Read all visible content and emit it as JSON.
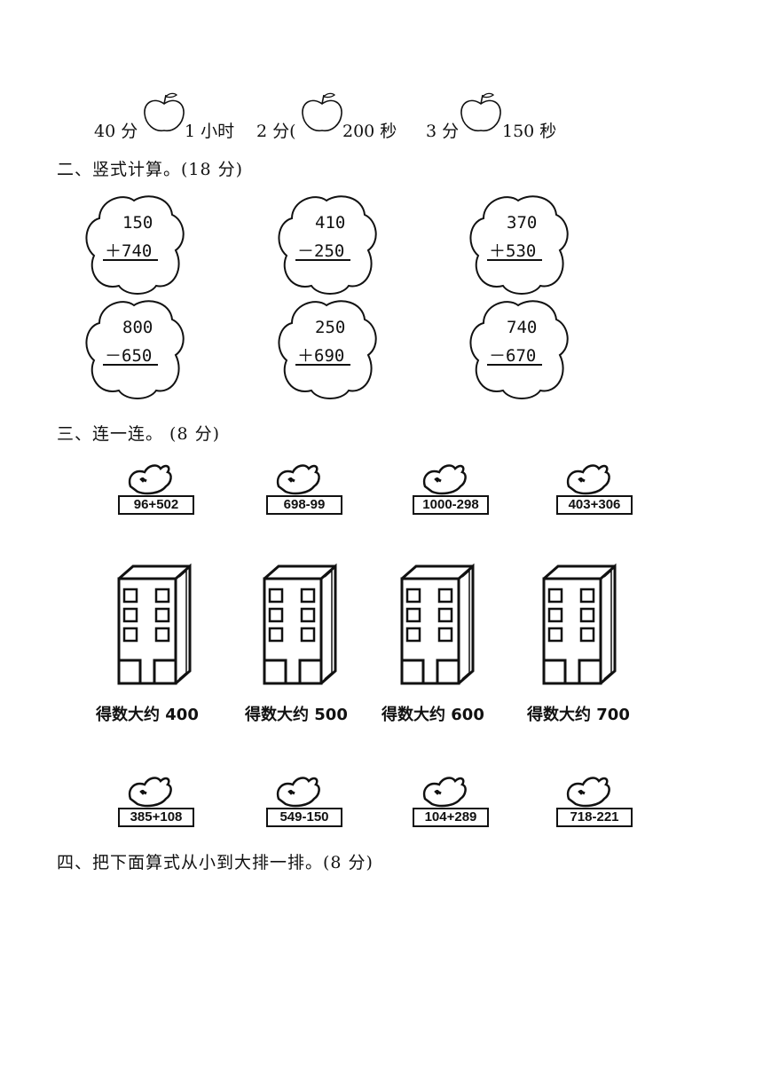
{
  "compare": {
    "items": [
      {
        "left": "40 分",
        "right": "1 小时"
      },
      {
        "left": "2 分(",
        "right": "200 秒"
      },
      {
        "left": "3 分",
        "right": "150 秒"
      }
    ]
  },
  "section2": {
    "title": "二、竖式计算。(18 分)",
    "problems": [
      {
        "top": "150",
        "bottom": "＋740"
      },
      {
        "top": "410",
        "bottom": "－250"
      },
      {
        "top": "370",
        "bottom": "＋530"
      },
      {
        "top": "800",
        "bottom": "－650"
      },
      {
        "top": "250",
        "bottom": "＋690"
      },
      {
        "top": "740",
        "bottom": "－670"
      }
    ]
  },
  "section3": {
    "title": "三、连一连。 (8 分)",
    "top_birds": [
      "96+502",
      "698-99",
      "1000-298",
      "403+306"
    ],
    "buildings": [
      "得数大约 400",
      "得数大约 500",
      "得数大约 600",
      "得数大约 700"
    ],
    "bottom_birds": [
      "385+108",
      "549-150",
      "104+289",
      "718-221"
    ]
  },
  "section4": {
    "title": "四、把下面算式从小到大排一排。(8 分)"
  }
}
